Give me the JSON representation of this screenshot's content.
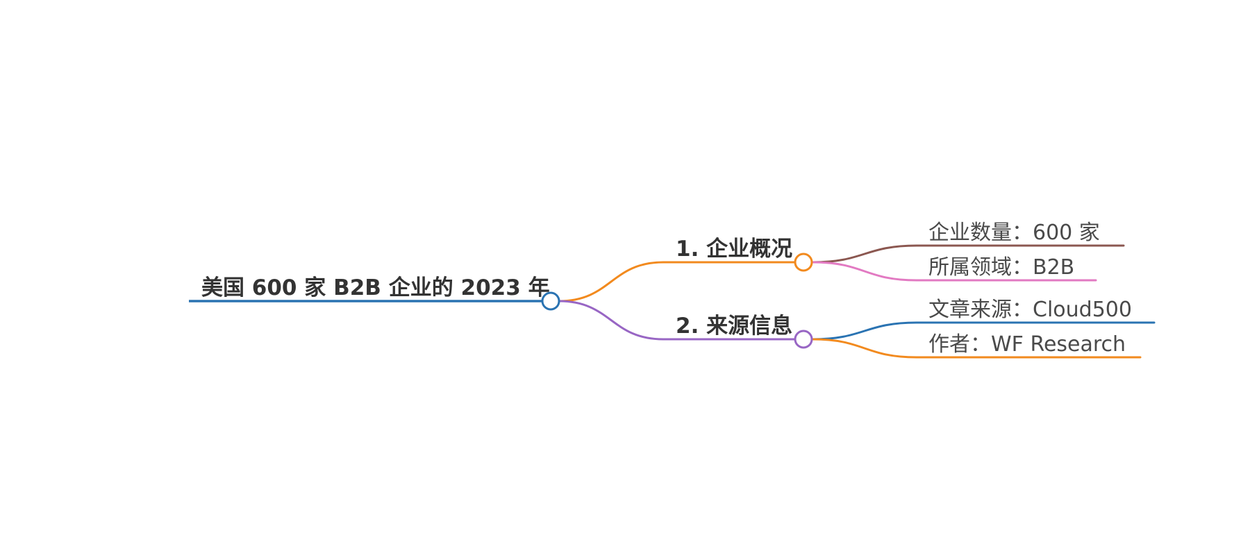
{
  "colors": {
    "root": "#2a73b2",
    "branch_1": "#f28a1e",
    "branch_2": "#9866c4",
    "leaf_1_1": "#8b5750",
    "leaf_1_2": "#e27ac2",
    "leaf_2_1": "#2a73b2",
    "leaf_2_2": "#f28a1e"
  },
  "mindmap": {
    "root": {
      "label": "美国 600 家 B2B 企业的 2023 年"
    },
    "branches": [
      {
        "label": "1. 企业概况",
        "children": [
          {
            "label": "企业数量：600 家"
          },
          {
            "label": "所属领域：B2B"
          }
        ]
      },
      {
        "label": "2. 来源信息",
        "children": [
          {
            "label": "文章来源：Cloud500"
          },
          {
            "label": "作者：WF Research"
          }
        ]
      }
    ]
  }
}
